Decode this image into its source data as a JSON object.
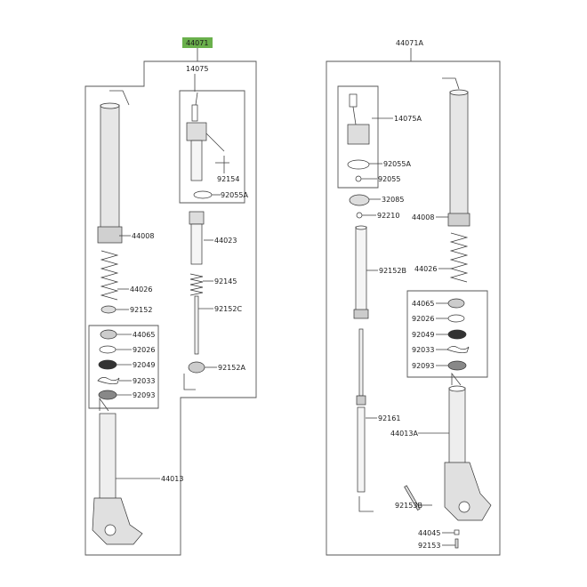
{
  "assemblies": {
    "left": {
      "part_number": "44071",
      "highlighted": true,
      "highlight_color": "#6ab04c",
      "labels": [
        "14075",
        "92154",
        "92055A",
        "44023",
        "92145",
        "92152C",
        "92152A",
        "44008",
        "44026",
        "92152",
        "44065",
        "92026",
        "92049",
        "92033",
        "92093",
        "44013"
      ]
    },
    "right": {
      "part_number": "44071A",
      "labels": [
        "14075A",
        "92055A",
        "92055",
        "32085",
        "92210",
        "44008",
        "92152B",
        "44026",
        "44065",
        "92026",
        "92049",
        "92033",
        "92093",
        "92161",
        "44013A",
        "92153B",
        "44045",
        "92153"
      ]
    }
  }
}
